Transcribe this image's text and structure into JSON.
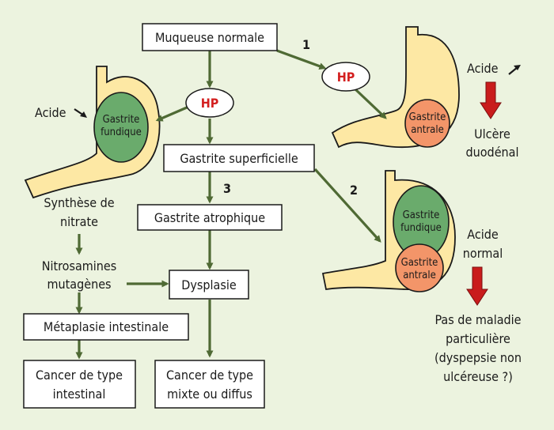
{
  "colors": {
    "background": "#ecf3df",
    "arrow": "#4f6a34",
    "stomach_fill": "#fde8a4",
    "stomach_stroke": "#1a1a1a",
    "fundic_fill": "#6aab6c",
    "antral_fill": "#f39569",
    "hp_text": "#d31f1f",
    "red_arrow": "#c91c1c"
  },
  "boxes": {
    "muqueuse_normale": "Muqueuse normale",
    "gastrite_superficielle": "Gastrite superficielle",
    "gastrite_atrophique": "Gastrite atrophique",
    "dysplasie": "Dysplasie",
    "metaplasie_intestinale": "Métaplasie intestinale",
    "cancer_intestinal_line1": "Cancer de type",
    "cancer_intestinal_line2": "intestinal",
    "cancer_mixte_line1": "Cancer de type",
    "cancer_mixte_line2": "mixte ou diffus"
  },
  "hp": {
    "left": "HP",
    "right": "HP"
  },
  "path_numbers": {
    "one": "1",
    "two": "2",
    "three": "3"
  },
  "left_stomach": {
    "fundic_line1": "Gastrite",
    "fundic_line2": "fundique",
    "acid_label": "Acide",
    "acid_icon": "arrow-down-right-icon"
  },
  "top_right_stomach": {
    "antral_line1": "Gastrite",
    "antral_line2": "antrale",
    "acid_label": "Acide",
    "acid_icon": "arrow-up-right-icon",
    "outcome_line1": "Ulcère",
    "outcome_line2": "duodénal"
  },
  "bottom_right_stomach": {
    "fundic_line1": "Gastrite",
    "fundic_line2": "fundique",
    "antral_line1": "Gastrite",
    "antral_line2": "antrale",
    "acid_line1": "Acide",
    "acid_line2": "normal",
    "outcome_line1": "Pas de maladie",
    "outcome_line2": "particulière",
    "outcome_line3": "(dyspepsie non",
    "outcome_line4": "ulcéreuse ?)"
  },
  "left_chain": {
    "synthese_line1": "Synthèse de",
    "synthese_line2": "nitrate",
    "nitrosamines_line1": "Nitrosamines",
    "nitrosamines_line2": "mutagènes"
  }
}
